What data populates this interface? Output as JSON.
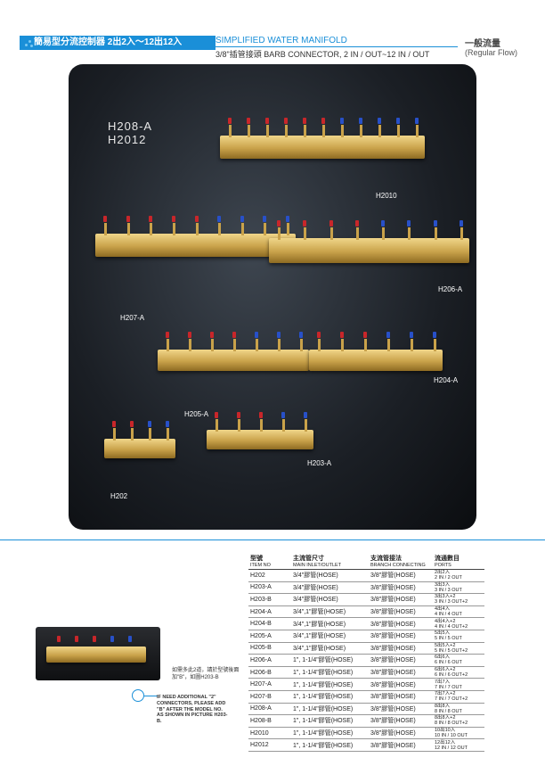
{
  "header": {
    "cn_title": "簡易型分流控制器 2出2入～12出12入",
    "en_title": "SIMPLIFIED WATER MANIFOLD",
    "en_subtitle": "3/8\"插管接頭 BARB CONNECTOR, 2 IN / OUT~12 IN / OUT",
    "flow_cn": "一般流量",
    "flow_en": "(Regular Flow)"
  },
  "photo": {
    "big_label_line1": "H208-A",
    "big_label_line2": "H2012",
    "labels": [
      "H2010",
      "H207-A",
      "H206-A",
      "H205-A",
      "H204-A",
      "H203-A",
      "H202"
    ]
  },
  "table": {
    "headers": [
      {
        "cn": "型號",
        "en": "ITEM NO"
      },
      {
        "cn": "主流管尺寸",
        "en": "MAIN INLET/OUTLET"
      },
      {
        "cn": "支流管接法",
        "en": "BRANCH CONNECTING"
      },
      {
        "cn": "流通數目",
        "en": "PORTS"
      }
    ],
    "rows": [
      [
        "H202",
        "3/4\"膠管(HOSE)",
        "3/8\"膠管(HOSE)",
        "2出2入",
        "2 IN / 2 OUT"
      ],
      [
        "H203-A",
        "3/4\"膠管(HOSE)",
        "3/8\"膠管(HOSE)",
        "3出3入",
        "3 IN / 3 OUT"
      ],
      [
        "H203-B",
        "3/4\"膠管(HOSE)",
        "3/8\"膠管(HOSE)",
        "3出3入+2",
        "3 IN / 3 OUT+2"
      ],
      [
        "H204-A",
        "3/4\",1\"膠管(HOSE)",
        "3/8\"膠管(HOSE)",
        "4出4入",
        "4 IN / 4 OUT"
      ],
      [
        "H204-B",
        "3/4\",1\"膠管(HOSE)",
        "3/8\"膠管(HOSE)",
        "4出4入+2",
        "4 IN / 4 OUT+2"
      ],
      [
        "H205-A",
        "3/4\",1\"膠管(HOSE)",
        "3/8\"膠管(HOSE)",
        "5出5入",
        "5 IN / 5 OUT"
      ],
      [
        "H205-B",
        "3/4\",1\"膠管(HOSE)",
        "3/8\"膠管(HOSE)",
        "5出5入+2",
        "5 IN / 5 OUT+2"
      ],
      [
        "H206-A",
        "1\", 1-1/4\"膠管(HOSE)",
        "3/8\"膠管(HOSE)",
        "6出6入",
        "6 IN / 6 OUT"
      ],
      [
        "H206-B",
        "1\", 1-1/4\"膠管(HOSE)",
        "3/8\"膠管(HOSE)",
        "6出6入+2",
        "6 IN / 6 OUT+2"
      ],
      [
        "H207-A",
        "1\", 1-1/4\"膠管(HOSE)",
        "3/8\"膠管(HOSE)",
        "7出7入",
        "7 IN / 7 OUT"
      ],
      [
        "H207-B",
        "1\", 1-1/4\"膠管(HOSE)",
        "3/8\"膠管(HOSE)",
        "7出7入+2",
        "7 IN / 7 OUT+2"
      ],
      [
        "H208-A",
        "1\", 1-1/4\"膠管(HOSE)",
        "3/8\"膠管(HOSE)",
        "8出8入",
        "8 IN / 8 OUT"
      ],
      [
        "H208-B",
        "1\", 1-1/4\"膠管(HOSE)",
        "3/8\"膠管(HOSE)",
        "8出8入+2",
        "8 IN / 8 OUT+2"
      ],
      [
        "H2010",
        "1\", 1-1/4\"膠管(HOSE)",
        "3/8\"膠管(HOSE)",
        "10出10入",
        "10 IN / 10 OUT"
      ],
      [
        "H2012",
        "1\", 1-1/4\"膠管(HOSE)",
        "3/8\"膠管(HOSE)",
        "12出12入",
        "12 IN / 12 OUT"
      ]
    ]
  },
  "note": {
    "cn": "如需多此2道，請於型號後面加\"B\"，如圖H203-B",
    "en": "IF NEED ADDITIONAL \"2\" CONNECTORS, PLEASE ADD \"B\" AFTER THE MODEL NO. AS SHOWN IN PICTURE H203-B."
  }
}
